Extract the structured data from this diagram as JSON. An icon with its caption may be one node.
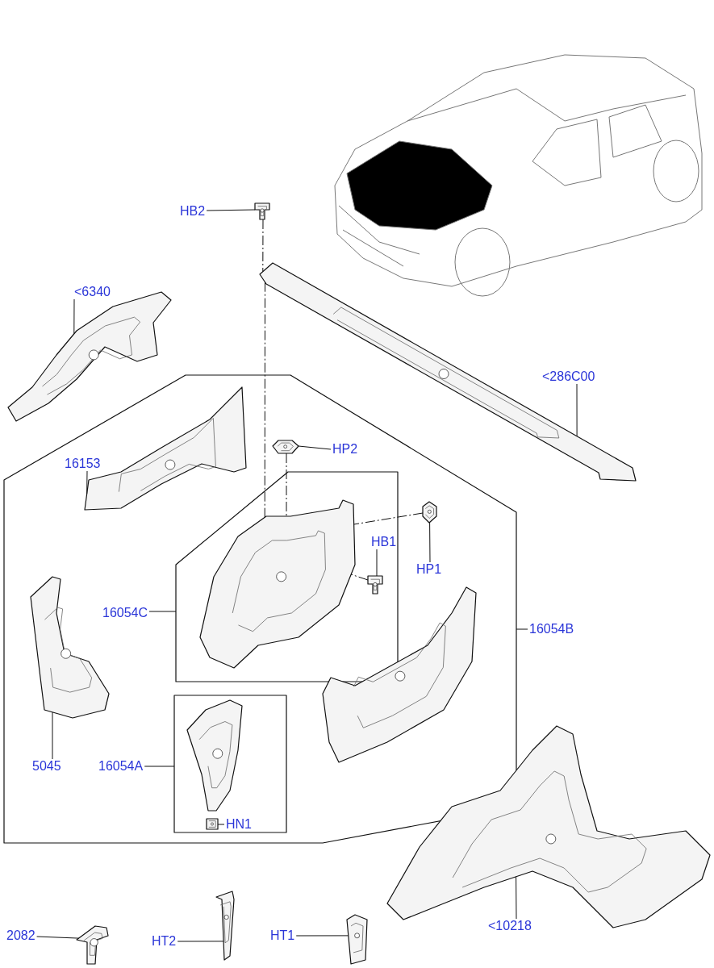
{
  "diagram": {
    "nodes": [
      {
        "text": [],
        "shape": "octagon"
      },
      {
        "text": [],
        "shape": "box",
        "in": 0
      },
      {
        "text": [],
        "shape": "box",
        "in": 0
      },
      {
        "text": [],
        "shape": "picture"
      },
      {
        "text": [],
        "shape": "picture"
      },
      {
        "text": [],
        "shape": "picture"
      },
      {
        "text": [],
        "shape": "picture",
        "in": 0
      },
      {
        "text": [],
        "shape": "picture",
        "in": 0
      },
      {
        "text": [],
        "shape": "picture",
        "in": 0
      },
      {
        "text": [],
        "shape": "picture",
        "in": 1
      },
      {
        "text": [],
        "shape": "picture",
        "in": 1
      },
      {
        "text": [],
        "shape": "picture",
        "in": 0
      },
      {
        "text": [],
        "shape": "picture",
        "in": 0
      },
      {
        "text": [],
        "shape": "picture",
        "in": 2
      },
      {
        "text": [],
        "shape": "picture",
        "in": 2
      },
      {
        "text": [],
        "shape": "picture"
      },
      {
        "text": [],
        "shape": "picture"
      },
      {
        "text": [],
        "shape": "picture"
      },
      {
        "text": [],
        "shape": "picture"
      },
      {
        "text": [
          "HB2"
        ]
      },
      {
        "text": [
          "<6340"
        ]
      },
      {
        "text": [
          "<286C00"
        ]
      },
      {
        "text": [
          "HP2"
        ],
        "in": 0
      },
      {
        "text": [
          "16153"
        ],
        "in": 0
      },
      {
        "text": [
          "HP1"
        ],
        "in": 0
      },
      {
        "text": [
          "HB1"
        ],
        "in": 1
      },
      {
        "text": [
          "16054C"
        ],
        "in": 0
      },
      {
        "text": [
          "16054B"
        ]
      },
      {
        "text": [
          "5045"
        ],
        "in": 0
      },
      {
        "text": [
          "16054A"
        ],
        "in": 0
      },
      {
        "text": [
          "HN1"
        ],
        "in": 2
      },
      {
        "text": [
          "2082"
        ]
      },
      {
        "text": [
          "HT2"
        ]
      },
      {
        "text": [
          "HT1"
        ]
      },
      {
        "text": [
          "<10218"
        ]
      }
    ],
    "edges": [
      {
        "from": 19,
        "to": 3,
        "arrow": "none"
      },
      {
        "from": 20,
        "to": 5,
        "arrow": "none"
      },
      {
        "from": 21,
        "to": 4,
        "arrow": "none"
      },
      {
        "from": 22,
        "to": 7,
        "arrow": "none"
      },
      {
        "from": 23,
        "to": 6,
        "arrow": "none"
      },
      {
        "from": 24,
        "to": 8,
        "arrow": "none"
      },
      {
        "from": 25,
        "to": 10,
        "arrow": "none"
      },
      {
        "from": 26,
        "to": 1,
        "arrow": "none"
      },
      {
        "from": 27,
        "to": 0,
        "arrow": "none"
      },
      {
        "from": 28,
        "to": 12,
        "arrow": "none"
      },
      {
        "from": 29,
        "to": 2,
        "arrow": "none"
      },
      {
        "from": 30,
        "to": 14,
        "arrow": "none"
      },
      {
        "from": 31,
        "to": 15,
        "arrow": "none"
      },
      {
        "from": 32,
        "to": 16,
        "arrow": "none"
      },
      {
        "from": 33,
        "to": 17,
        "arrow": "none"
      },
      {
        "from": 34,
        "to": 18,
        "arrow": "none"
      },
      {
        "from": 3,
        "to": 4,
        "arrow": "none",
        "style": "dashed"
      },
      {
        "from": 4,
        "to": 9,
        "arrow": "none",
        "style": "dashed"
      },
      {
        "from": 7,
        "to": 9,
        "arrow": "none",
        "style": "dashed"
      },
      {
        "from": 8,
        "to": 9,
        "arrow": "none",
        "style": "dashed"
      },
      {
        "from": 10,
        "to": 9,
        "arrow": "none",
        "style": "dashed"
      }
    ]
  }
}
